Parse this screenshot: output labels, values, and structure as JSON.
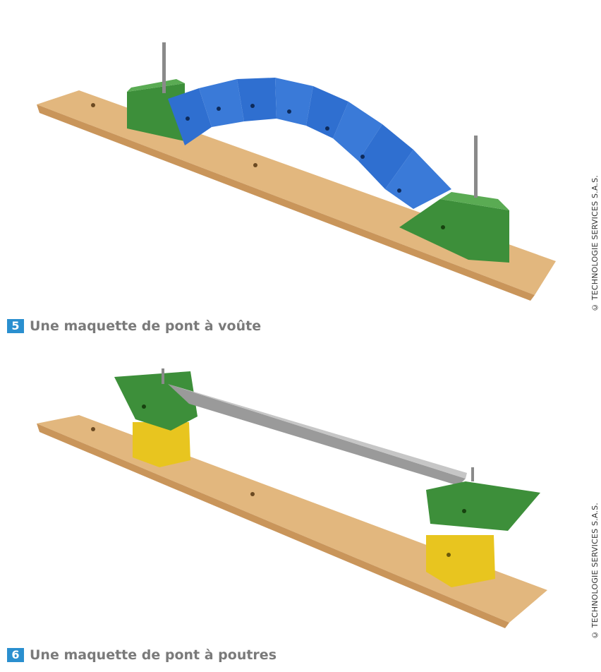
{
  "figures": [
    {
      "number": "5",
      "caption": "Une maquette de pont à voûte",
      "credit": "© TECHNOLOGIE SERVICES S.A.S.",
      "image": "arch-bridge-model-photo"
    },
    {
      "number": "6",
      "caption": "Une maquette de pont à poutres",
      "credit": "© TECHNOLOGIE SERVICES S.A.S.",
      "image": "beam-bridge-model-photo"
    }
  ],
  "colors": {
    "badge": "#2a8fcf",
    "caption_text": "#7a7a7a",
    "wood_base": "#e2b77e",
    "arch_blue": "#2f6fd0",
    "abutment_green": "#3d8f3a",
    "support_yellow": "#e8c51f",
    "beam_grey": "#9a9a9a"
  }
}
